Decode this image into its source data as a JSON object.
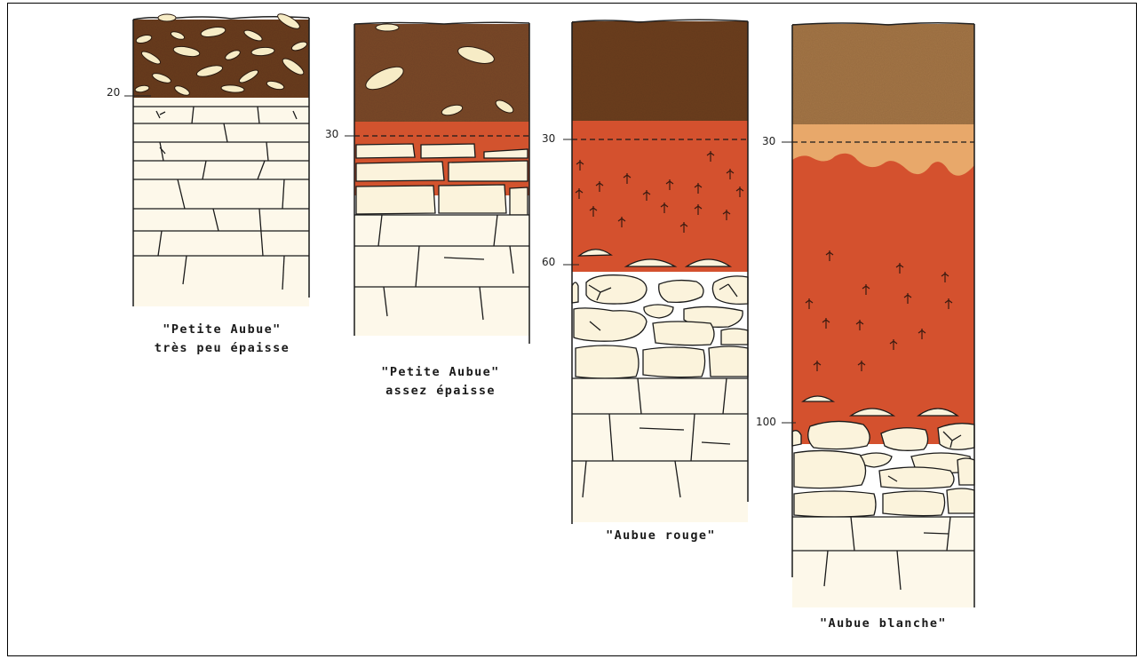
{
  "profiles": [
    {
      "id": "petite-aubue-peu-epaisse",
      "caption_line1": "\"Petite Aubue\"",
      "caption_line2": "très peu épaisse",
      "depth_label": "20"
    },
    {
      "id": "petite-aubue-assez-epaisse",
      "caption_line1": "\"Petite Aubue\"",
      "caption_line2": "assez épaisse",
      "depth_label": "30"
    },
    {
      "id": "aubue-rouge",
      "caption_line1": "\"Aubue rouge\"",
      "depth_label_1": "30",
      "depth_label_2": "60"
    },
    {
      "id": "aubue-blanche",
      "caption_line1": "\"Aubue blanche\"",
      "depth_label_1": "30",
      "depth_label_2": "100"
    }
  ],
  "colors": {
    "dark_brown_topsoil": "#6e3f22",
    "brown_topsoil": "#7a4a2c",
    "light_brown_topsoil": "#a87a48",
    "red_clay": "#d4512e",
    "orange_transition": "#e49a5c",
    "limestone": "#fbf3dc",
    "outline": "#1a1a1a"
  }
}
